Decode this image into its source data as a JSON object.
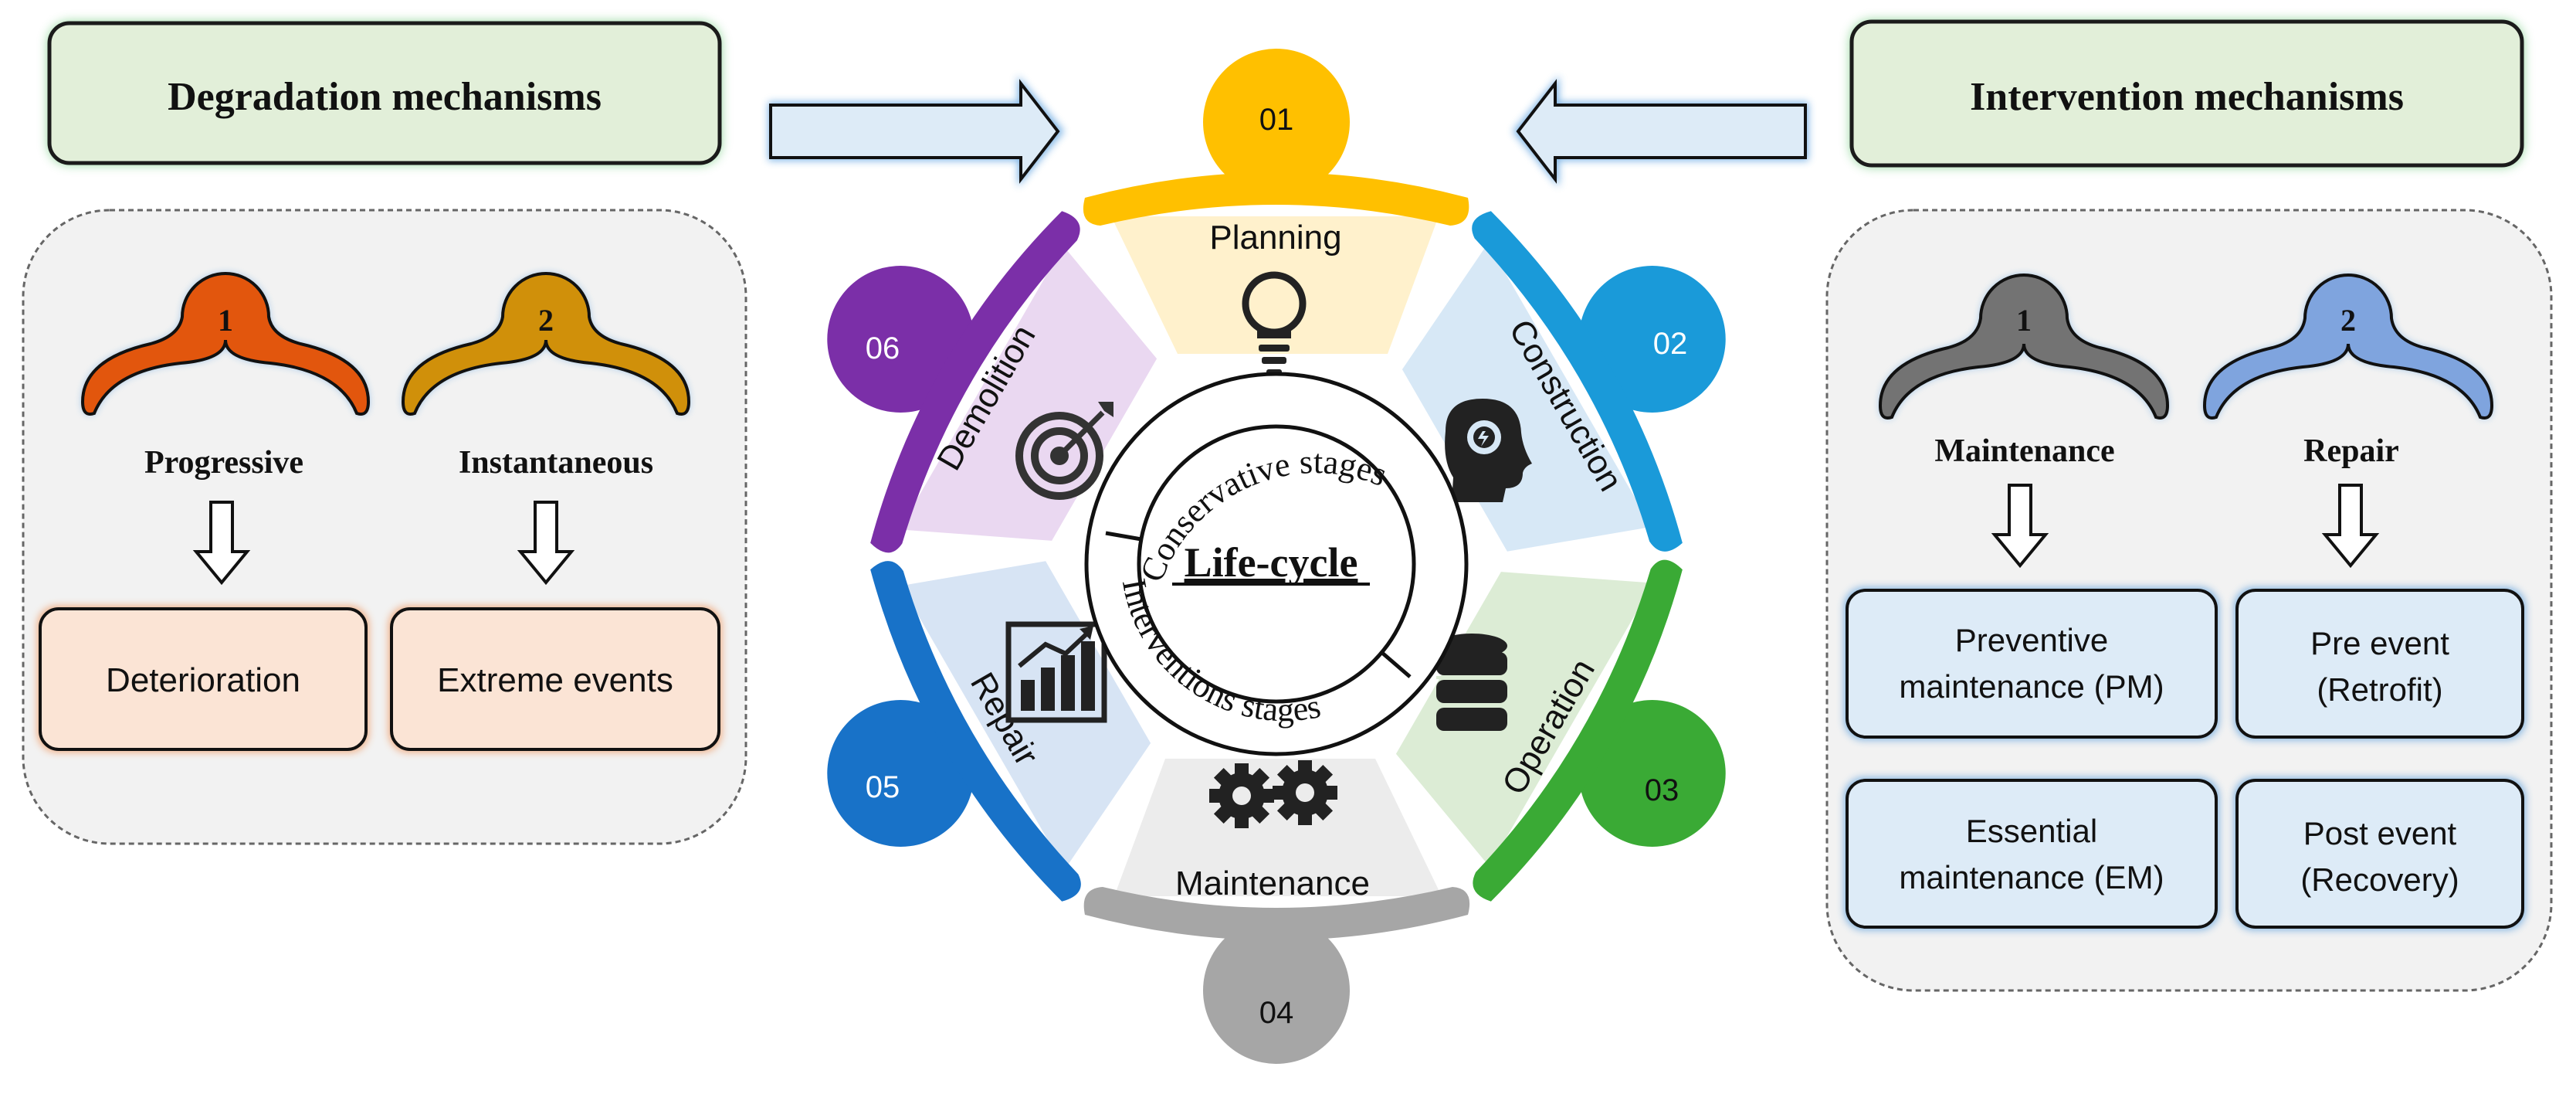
{
  "left_panel": {
    "title": "Degradation mechanisms",
    "items": [
      {
        "number": "1",
        "label": "Progressive",
        "result": "Deterioration",
        "color": "#e2560d"
      },
      {
        "number": "2",
        "label": "Instantaneous",
        "result": "Extreme events",
        "color": "#d0900a"
      }
    ]
  },
  "right_panel": {
    "title": "Intervention mechanisms",
    "items": [
      {
        "number": "1",
        "label": "Maintenance",
        "color": "#737373",
        "results": [
          {
            "line1": "Preventive",
            "line2": "maintenance (PM)"
          },
          {
            "line1": "Essential",
            "line2": "maintenance (EM)"
          }
        ]
      },
      {
        "number": "2",
        "label": "Repair",
        "color": "#7fa4de",
        "results": [
          {
            "line1": "Pre event",
            "line2": "(Retrofit)"
          },
          {
            "line1": "Post event",
            "line2": "(Recovery)"
          }
        ]
      }
    ]
  },
  "center": {
    "title": "Life-cycle",
    "conservative_label": "Conservative stages",
    "interventions_label": "Interventions stages",
    "stages": [
      {
        "number": "01",
        "name": "Planning",
        "icon": "lightbulb-icon",
        "color": "#ffc000",
        "fill": "#fff1cc"
      },
      {
        "number": "02",
        "name": "Construction",
        "icon": "head-idea-icon",
        "color": "#1a9ad9",
        "fill": "#d7e8f6"
      },
      {
        "number": "03",
        "name": "Operation",
        "icon": "database-icon",
        "color": "#3aaa35",
        "fill": "#dcecd5"
      },
      {
        "number": "04",
        "name": "Maintenance",
        "icon": "gears-icon",
        "color": "#a6a6a6",
        "fill": "#ececec"
      },
      {
        "number": "05",
        "name": "Repair",
        "icon": "growth-chart-icon",
        "color": "#1872c8",
        "fill": "#d7e4f4"
      },
      {
        "number": "06",
        "name": "Demolition",
        "icon": "target-icon",
        "color": "#7b2fa8",
        "fill": "#ead8f1"
      }
    ]
  }
}
